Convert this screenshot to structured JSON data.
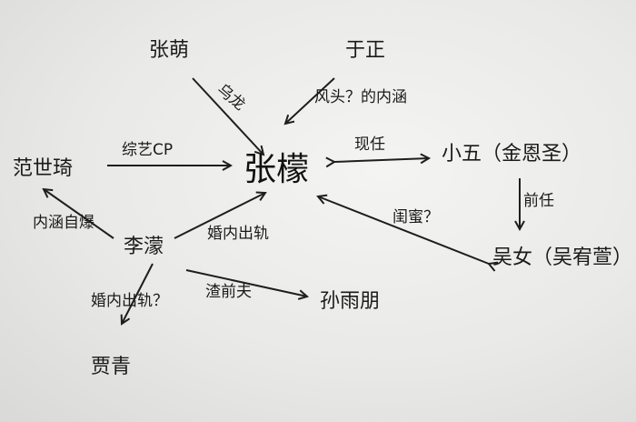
{
  "nodes": {
    "center": "张檬",
    "zhang_meng": "张萌",
    "yu_zheng": "于正",
    "fan_shiqi": "范世琦",
    "xiao_wu": "小五（金恩圣）",
    "wu_nv": "吴女（吴宥萱）",
    "li_meng": "李濛",
    "jia_qing": "贾青",
    "sun_yupeng": "孙雨朋"
  },
  "edges": {
    "zhang_meng_center": "乌龙",
    "yu_zheng_center": "风头？的内涵",
    "fan_center": "综艺CP",
    "center_xiao_wu": "现任",
    "xiao_wu_wu_nv": "前任",
    "wu_nv_center": "闺蜜？",
    "li_meng_center": "婚内出轨",
    "li_meng_fan": "内涵自爆",
    "li_meng_jia": "婚内出轨？",
    "li_meng_sun": "渣前夫"
  },
  "colors": {
    "ink": "#1e1e1e",
    "paper": "#ececea"
  }
}
